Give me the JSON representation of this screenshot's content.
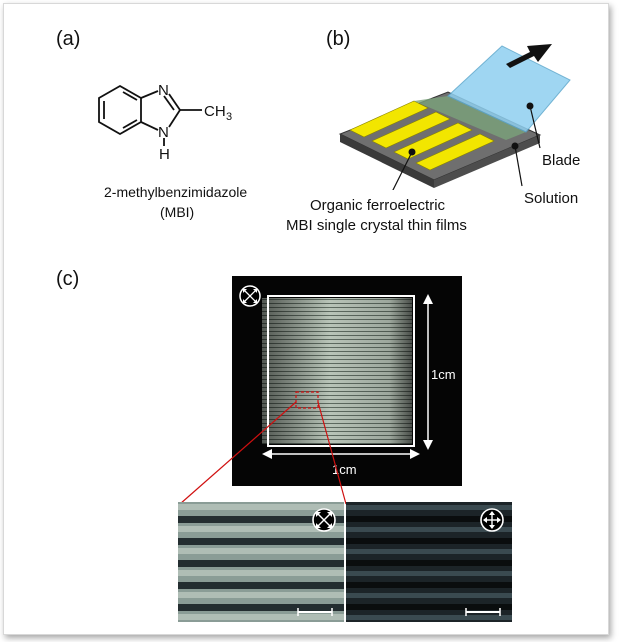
{
  "panel_labels": {
    "a": "(a)",
    "b": "(b)",
    "c": "(c)"
  },
  "molecule": {
    "atom_n_top": "N",
    "atom_n_bottom": "N",
    "atom_h": "H",
    "methyl_prefix": "CH",
    "methyl_subscript": "3",
    "name": "2-methylbenzimidazole",
    "abbrev": "(MBI)"
  },
  "schematic": {
    "blade_label": "Blade",
    "solution_label": "Solution",
    "film_label_line1": "Organic ferroelectric",
    "film_label_line2": "MBI single crystal thin films"
  },
  "micrograph": {
    "scale_x": "1cm",
    "scale_y": "1cm"
  },
  "colors": {
    "stripe_yellow": "#f2e600",
    "blade_blue": "#8fd0f0",
    "solution_green": "#7aa37a",
    "zoom_line_red": "#d01010"
  },
  "icons": [
    "crossed-polarizer-icon",
    "parallel-polarizer-icon"
  ]
}
